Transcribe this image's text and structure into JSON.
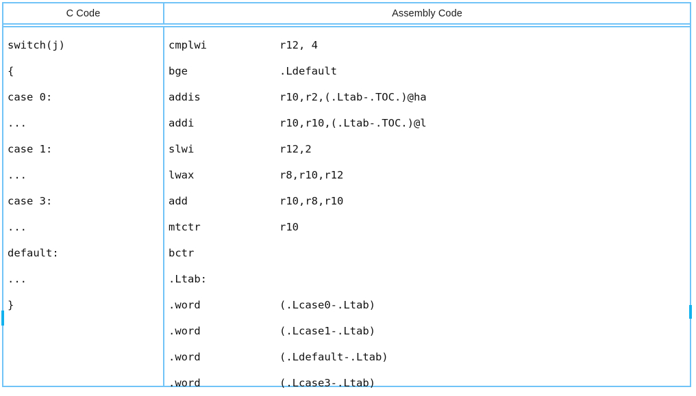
{
  "table": {
    "headers": {
      "c_code": "C Code",
      "assembly_code": "Assembly Code"
    },
    "colors": {
      "border": "#6fc3f7",
      "accent": "#12b2ef",
      "text": "#111111",
      "background": "#ffffff"
    },
    "c_code_lines": [
      "switch(j)",
      "{",
      "case 0:",
      "...",
      "case 1:",
      "...",
      "case 3:",
      "...",
      "default:",
      "...",
      "}"
    ],
    "assembly_lines": [
      {
        "mnemonic": "cmplwi",
        "operand": "r12, 4"
      },
      {
        "mnemonic": "bge",
        "operand": ".Ldefault"
      },
      {
        "mnemonic": "addis",
        "operand": "r10,r2,(.Ltab-.TOC.)@ha"
      },
      {
        "mnemonic": "addi",
        "operand": "r10,r10,(.Ltab-.TOC.)@l"
      },
      {
        "mnemonic": "slwi",
        "operand": "r12,2"
      },
      {
        "mnemonic": "lwax",
        "operand": "r8,r10,r12"
      },
      {
        "mnemonic": "add",
        "operand": "r10,r8,r10"
      },
      {
        "mnemonic": "mtctr",
        "operand": "r10"
      },
      {
        "mnemonic": "bctr",
        "operand": ""
      },
      {
        "mnemonic": ".Ltab:",
        "operand": ""
      },
      {
        "mnemonic": ".word",
        "operand": "(.Lcase0-.Ltab)"
      },
      {
        "mnemonic": ".word",
        "operand": "(.Lcase1-.Ltab)"
      },
      {
        "mnemonic": ".word",
        "operand": "(.Ldefault-.Ltab)"
      },
      {
        "mnemonic": ".word",
        "operand": "(.Lcase3-.Ltab)"
      }
    ]
  }
}
